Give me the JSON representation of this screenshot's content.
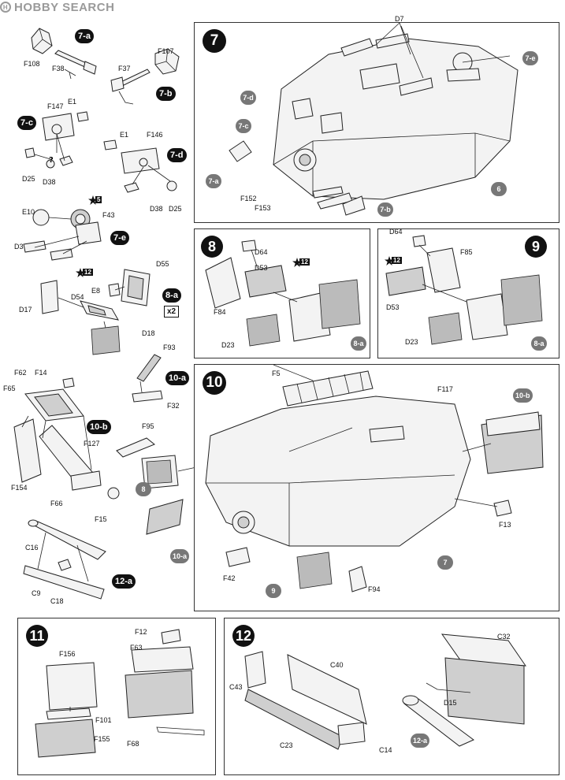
{
  "brand": {
    "name": "HOBBY SEARCH",
    "logo_glyph": "H"
  },
  "steps": {
    "s7": "7",
    "s8": "8",
    "s9": "9",
    "s10": "10",
    "s11": "11",
    "s12": "12"
  },
  "substeps": {
    "s7a": "7-a",
    "s7b": "7-b",
    "s7c": "7-c",
    "s7d": "7-d",
    "s7e": "7-e",
    "s8a": "8-a",
    "s10a": "10-a",
    "s10b": "10-b",
    "s12a": "12-a"
  },
  "refs": {
    "r7a": "7-a",
    "r7b": "7-b",
    "r7c": "7-c",
    "r7d": "7-d",
    "r7e": "7-e",
    "r6": "6",
    "r8a_a": "8-a",
    "r8a_b": "8-a",
    "r10a": "10-a",
    "r10b": "10-b",
    "r8": "8",
    "r9": "9",
    "r7": "7",
    "r12a": "12-a"
  },
  "stars": {
    "st5": "5",
    "st12a": "12",
    "st12b": "12",
    "st12c": "12"
  },
  "multiplier": "x2",
  "parts": {
    "F108": "F108",
    "F38": "F38",
    "F107": "F107",
    "F37": "F37",
    "E1a": "E1",
    "F147": "F147",
    "D25a": "D25",
    "D38a": "D38",
    "E1b": "E1",
    "F146": "F146",
    "D38b": "D38",
    "D25b": "D25",
    "E10": "E10",
    "F43": "F43",
    "D3": "D3",
    "D55": "D55",
    "E8": "E8",
    "D54": "D54",
    "D17": "D17",
    "D18": "D18",
    "F93": "F93",
    "F32": "F32",
    "F62": "F62",
    "F14": "F14",
    "F65": "F65",
    "F127": "F127",
    "F154": "F154",
    "F66": "F66",
    "F15": "F15",
    "C16": "C16",
    "C9": "C9",
    "C18": "C18",
    "D7": "D7",
    "F152": "F152",
    "F153": "F153",
    "D64a": "D64",
    "D53a": "D53",
    "F84": "F84",
    "D23a": "D23",
    "D64b": "D64",
    "F85": "F85",
    "D53b": "D53",
    "D23b": "D23",
    "F5": "F5",
    "F117": "F117",
    "F95": "F95",
    "F13": "F13",
    "F42": "F42",
    "F94": "F94",
    "F156": "F156",
    "F101": "F101",
    "F155": "F155",
    "F12": "F12",
    "F63": "F63",
    "F68": "F68",
    "C32": "C32",
    "C40": "C40",
    "C43": "C43",
    "D15": "D15",
    "C23": "C23",
    "C14": "C14"
  }
}
